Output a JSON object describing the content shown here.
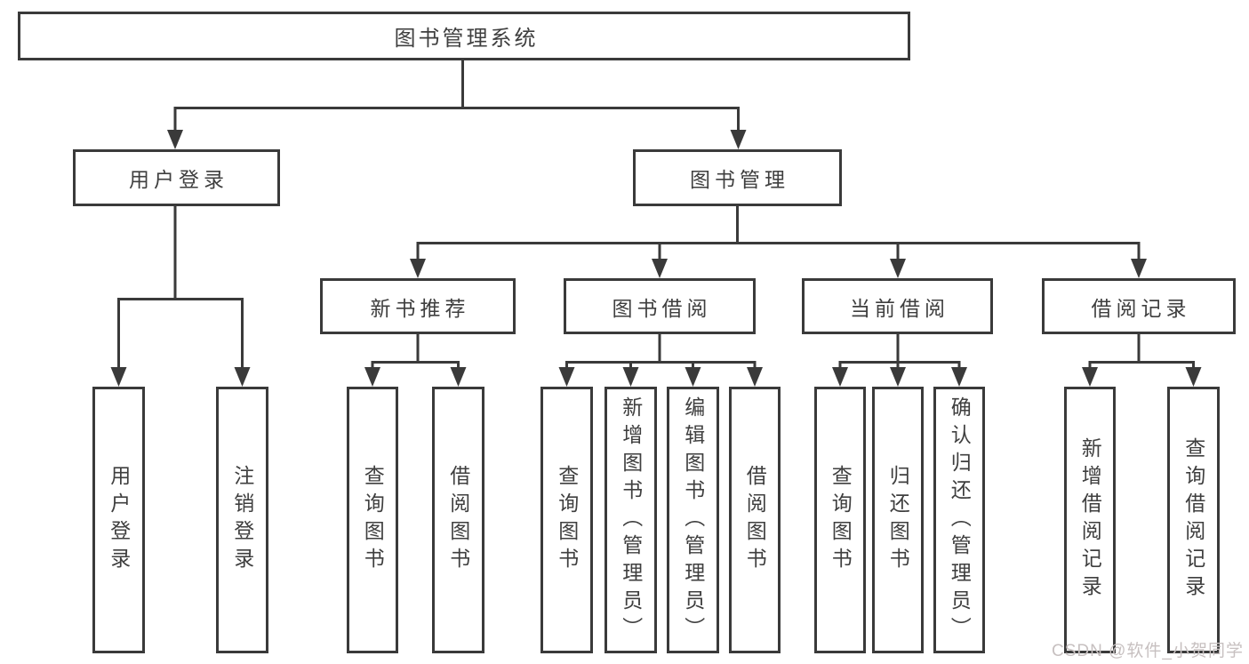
{
  "colors": {
    "line": "#3a3a3a",
    "text": "#3f3f3f",
    "background": "#ffffff",
    "watermark": "#c7c0c0"
  },
  "watermark": {
    "text": "CSDN @软件_小贺同学"
  },
  "tree": {
    "root": {
      "label": "图书管理系统"
    },
    "branches": [
      {
        "label": "用户登录",
        "children": [
          {
            "label": "用户登录"
          },
          {
            "label": "注销登录"
          }
        ]
      },
      {
        "label": "图书管理",
        "sections": [
          {
            "label": "新书推荐",
            "children": [
              {
                "label": "查询图书"
              },
              {
                "label": "借阅图书"
              }
            ]
          },
          {
            "label": "图书借阅",
            "children": [
              {
                "label": "查询图书"
              },
              {
                "label": "新增图书（管理员）"
              },
              {
                "label": "编辑图书（管理员）"
              },
              {
                "label": "借阅图书"
              }
            ]
          },
          {
            "label": "当前借阅",
            "children": [
              {
                "label": "查询图书"
              },
              {
                "label": "归还图书"
              },
              {
                "label": "确认归还（管理员）"
              }
            ]
          },
          {
            "label": "借阅记录",
            "children": [
              {
                "label": "新增借阅记录"
              },
              {
                "label": "查询借阅记录"
              }
            ]
          }
        ]
      }
    ]
  }
}
